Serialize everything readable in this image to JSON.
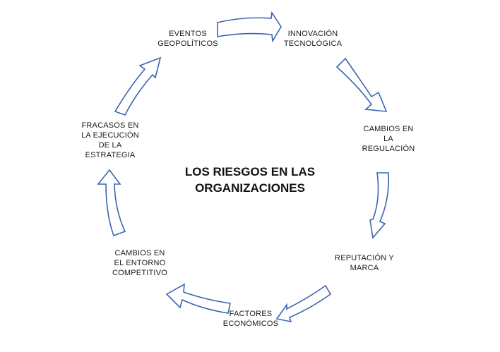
{
  "diagram": {
    "title_lines": [
      "LOS RIESGOS EN LAS",
      "ORGANIZACIONES"
    ],
    "nodes": [
      {
        "id": "eventos",
        "lines": [
          "EVENTOS",
          "GEOPOLÍTICOS"
        ]
      },
      {
        "id": "innovacion",
        "lines": [
          "INNOVACIÓN",
          "TECNOLÓGICA"
        ]
      },
      {
        "id": "regulacion",
        "lines": [
          "CAMBIOS EN",
          "LA",
          "REGULACIÓN"
        ]
      },
      {
        "id": "reputacion",
        "lines": [
          "REPUTACIÓN Y",
          "MARCA"
        ]
      },
      {
        "id": "factores",
        "lines": [
          "FACTORES",
          "ECONÓMICOS"
        ]
      },
      {
        "id": "competitivo",
        "lines": [
          "CAMBIOS EN",
          "EL ENTORNO",
          "COMPETITIVO"
        ]
      },
      {
        "id": "fracasos",
        "lines": [
          "FRACASOS EN",
          "LA EJECUCIÓN",
          "DE LA",
          "ESTRATEGIA"
        ]
      }
    ],
    "colors": {
      "arrow_stroke": "#3A66AF",
      "arrow_fill": "#ffffff",
      "text": "#1a1a1a"
    }
  }
}
